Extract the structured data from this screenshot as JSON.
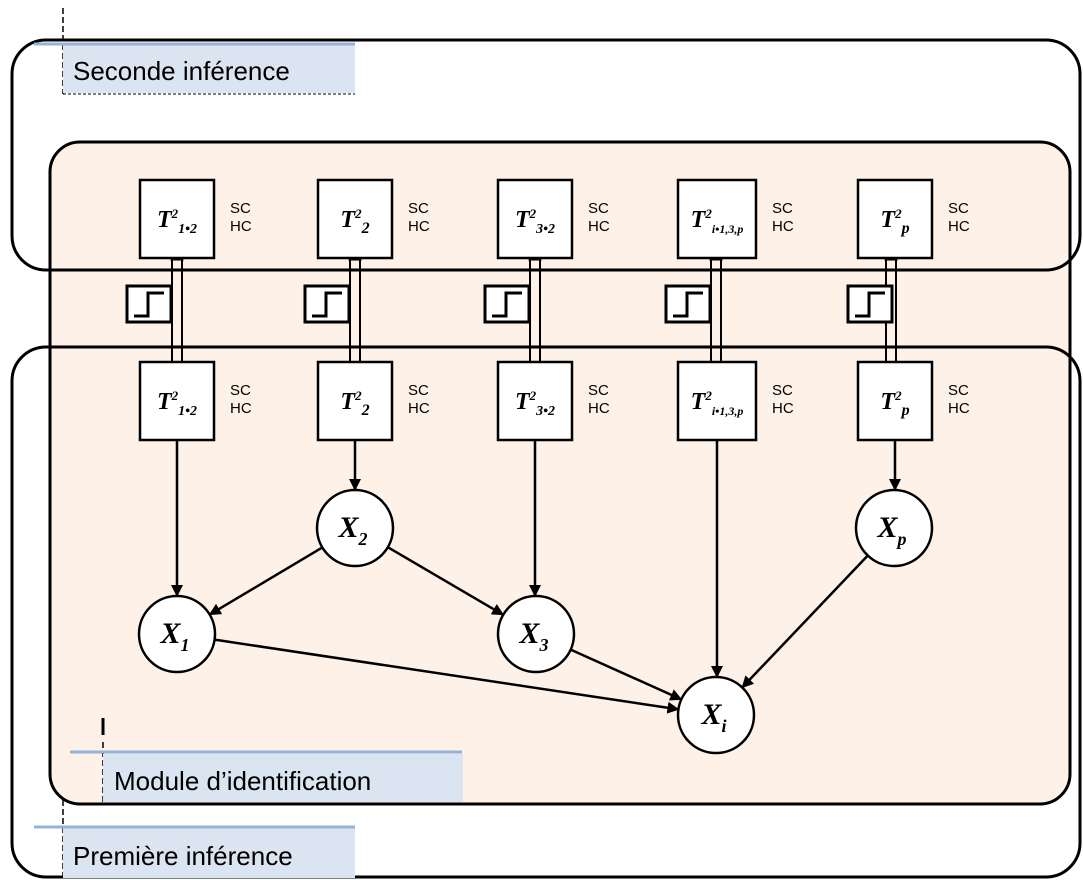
{
  "regions": {
    "second_inference": "Seconde inférence",
    "first_inference": "Première inférence",
    "identification_module": "Module d’identification"
  },
  "colors": {
    "module_fill": "#fdf1e8",
    "tab_fill": "#dbe5f1",
    "tab_line": "#95b3d7",
    "stroke": "#000000"
  },
  "status_labels": {
    "sc": "SC",
    "hc": "HC"
  },
  "statistic_boxes": [
    {
      "id": "t1",
      "base": "T",
      "sup": "2",
      "sub": "1•2"
    },
    {
      "id": "t2",
      "base": "T",
      "sup": "2",
      "sub": "2"
    },
    {
      "id": "t3",
      "base": "T",
      "sup": "2",
      "sub": "3•2"
    },
    {
      "id": "ti",
      "base": "T",
      "sup": "2",
      "sub": "i•1,3,p"
    },
    {
      "id": "tp",
      "base": "T",
      "sup": "2",
      "sub": "p"
    }
  ],
  "variable_nodes": [
    {
      "id": "x1",
      "base": "X",
      "sub": "1"
    },
    {
      "id": "x2",
      "base": "X",
      "sub": "2"
    },
    {
      "id": "x3",
      "base": "X",
      "sub": "3"
    },
    {
      "id": "xi",
      "base": "X",
      "sub": "i"
    },
    {
      "id": "xp",
      "base": "X",
      "sub": "p"
    }
  ],
  "edges": [
    {
      "from": "t1",
      "to": "x1"
    },
    {
      "from": "t2",
      "to": "x2"
    },
    {
      "from": "t3",
      "to": "x3"
    },
    {
      "from": "ti",
      "to": "xi"
    },
    {
      "from": "tp",
      "to": "xp"
    },
    {
      "from": "x2",
      "to": "x1"
    },
    {
      "from": "x2",
      "to": "x3"
    },
    {
      "from": "x1",
      "to": "xi"
    },
    {
      "from": "x3",
      "to": "xi"
    },
    {
      "from": "xp",
      "to": "xi"
    }
  ]
}
